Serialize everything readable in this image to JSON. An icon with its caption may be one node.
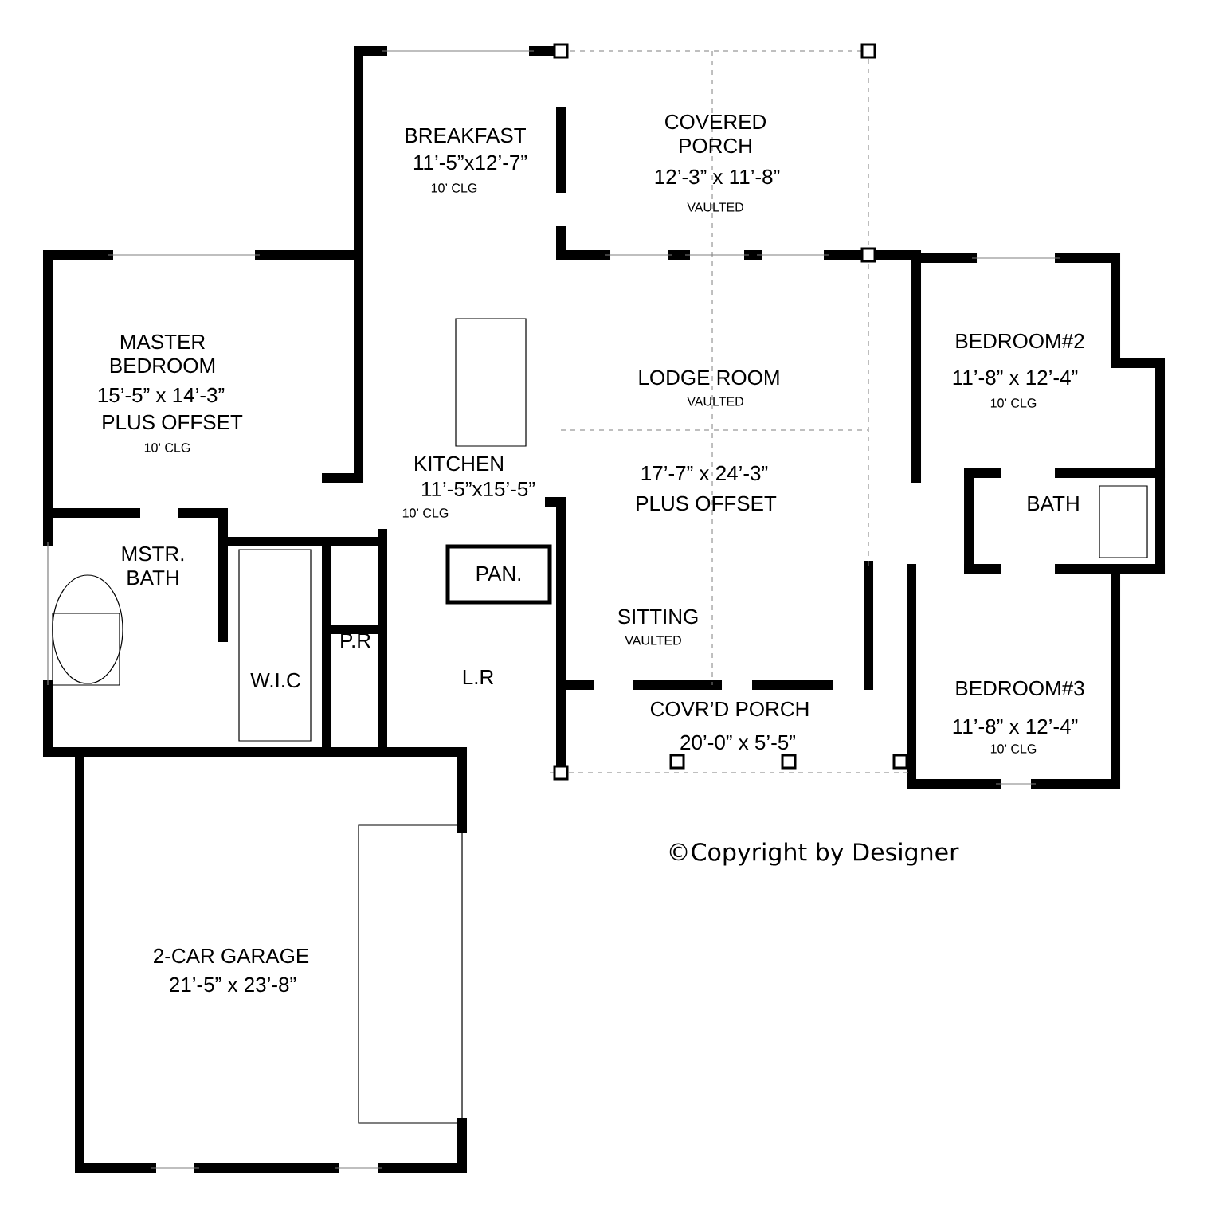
{
  "diagram": {
    "labels": [
      "BREAKFAST",
      "11’-5”x12’-7”",
      "10’ CLG",
      "COVERED PORCH",
      "12’-3” x 11’-8”",
      "VAULTED",
      "MASTER BEDROOM",
      "15’-5” x 14’-3”",
      "PLUS OFFSET",
      "10’ CLG",
      "LODGE ROOM",
      "VAULTED",
      "BEDROOM#2",
      "11’-8” x 12’-4”",
      "10’ CLG",
      "KITCHEN",
      "11’-5”x15’-5”",
      "10’ CLG",
      "17’-7” x 24’-3”",
      "PLUS OFFSET",
      "BATH",
      "PAN.",
      "MSTR. BATH",
      "P.R",
      "SITTING",
      "VAULTED",
      "W.I.C",
      "L.R",
      "COVR’D PORCH",
      "20’-0” x 5’-5”",
      "BEDROOM#3",
      "11’-8” x 12’-4”",
      "10’ CLG",
      "©Copyright by Designer",
      "2-CAR GARAGE",
      "21’-5” x 23’-8”"
    ]
  }
}
